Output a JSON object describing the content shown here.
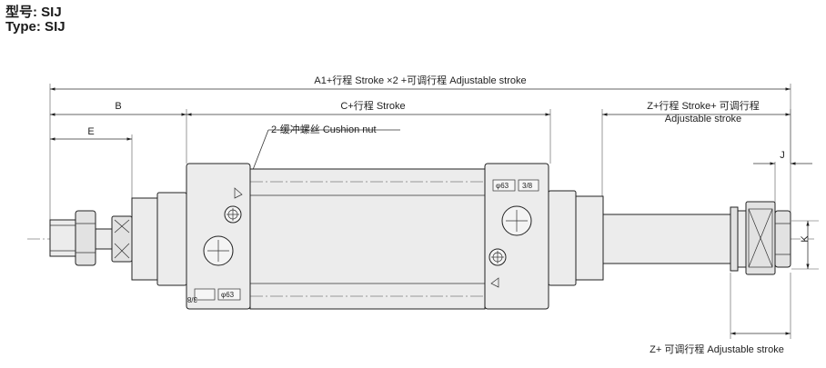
{
  "header": {
    "model_line": "型号: SIJ",
    "type_line": "Type: SIJ"
  },
  "dimensions": {
    "a1": "A1+行程 Stroke ×2 +可调行程 Adjustable stroke",
    "b": "B",
    "e": "E",
    "c": "C+行程 Stroke",
    "cushion": "2-缓冲螺丝 Cushion nut",
    "z_top_1": "Z+行程 Stroke+ 可调行程",
    "z_top_2": "Adjustable stroke",
    "j": "J",
    "k": "K",
    "z_bottom": "Z+ 可调行程 Adjustable stroke"
  },
  "port_labels": {
    "size": "φ63",
    "thread": "3/8"
  }
}
